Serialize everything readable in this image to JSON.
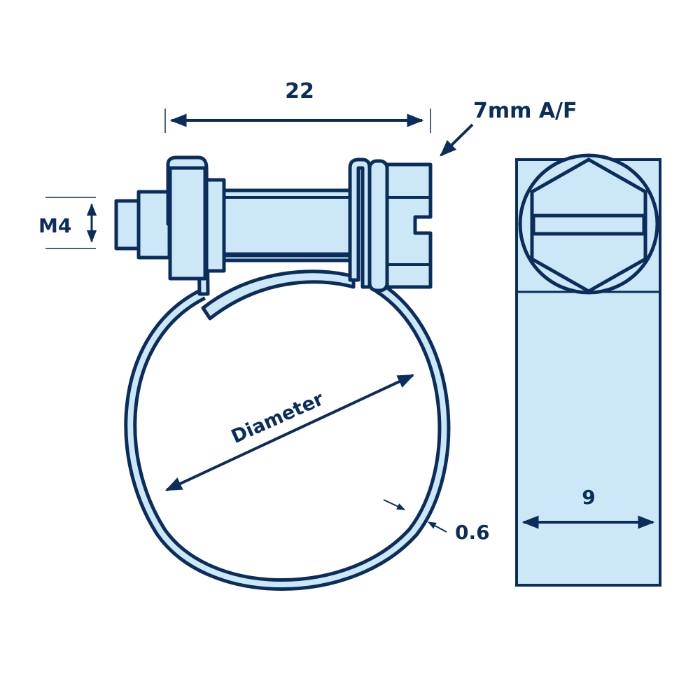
{
  "diagram": {
    "type": "technical-drawing",
    "subject": "mini hose clamp",
    "colors": {
      "stroke": "#0b2d5c",
      "fill": "#cce8f6",
      "background": "#ffffff"
    },
    "dimensions": {
      "width_top": "22",
      "bolt_thread": "M4",
      "head_size": "7mm A/F",
      "diameter": "Diameter",
      "band_thickness": "0.6",
      "band_width": "9"
    }
  }
}
